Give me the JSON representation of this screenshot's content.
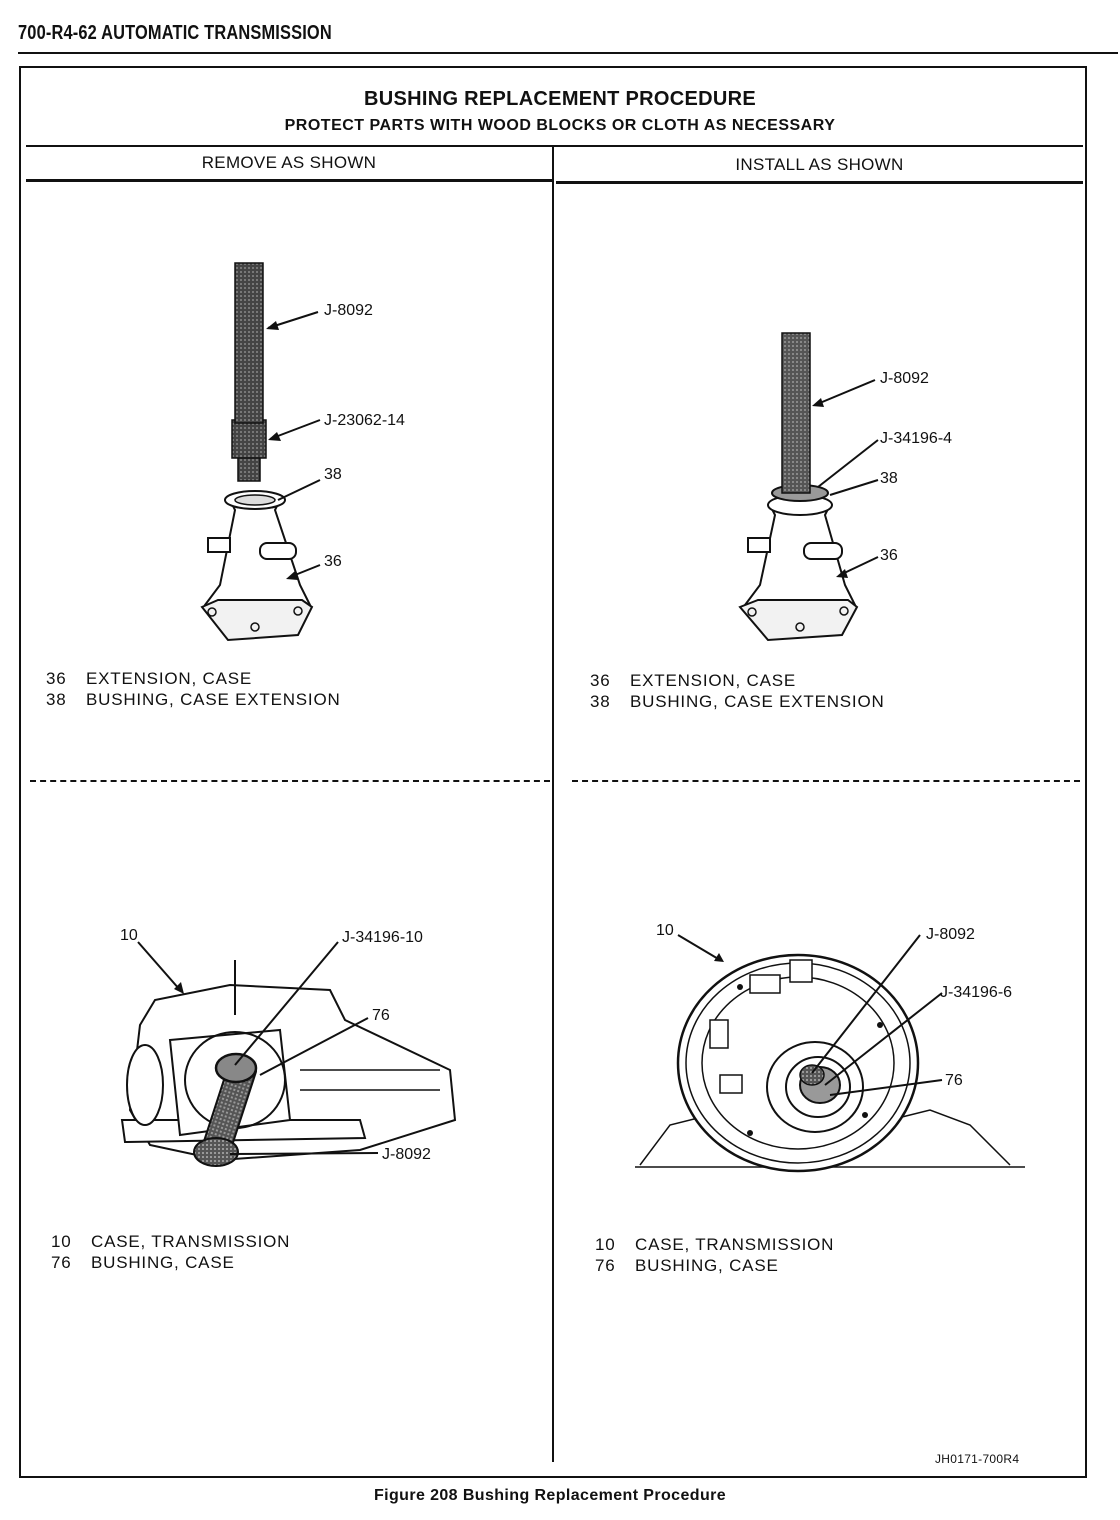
{
  "header": {
    "title": "700-R4-62  AUTOMATIC TRANSMISSION"
  },
  "procedure": {
    "title": "BUSHING REPLACEMENT PROCEDURE",
    "subtitle": "PROTECT PARTS WITH WOOD BLOCKS OR CLOTH AS NECESSARY",
    "columns": [
      "REMOVE AS SHOWN",
      "INSTALL AS SHOWN"
    ]
  },
  "panels": [
    {
      "callouts": [
        "J-8092",
        "J-23062-14",
        "38",
        "36"
      ],
      "legend": [
        {
          "num": "36",
          "text": "EXTENSION, CASE"
        },
        {
          "num": "38",
          "text": "BUSHING, CASE EXTENSION"
        }
      ]
    },
    {
      "callouts": [
        "J-8092",
        "J-34196-4",
        "38",
        "36"
      ],
      "legend": [
        {
          "num": "36",
          "text": "EXTENSION, CASE"
        },
        {
          "num": "38",
          "text": "BUSHING, CASE EXTENSION"
        }
      ]
    },
    {
      "callouts": [
        "10",
        "J-34196-10",
        "76",
        "J-8092"
      ],
      "legend": [
        {
          "num": "10",
          "text": "CASE, TRANSMISSION"
        },
        {
          "num": "76",
          "text": "BUSHING, CASE"
        }
      ]
    },
    {
      "callouts": [
        "10",
        "J-8092",
        "J-34196-6",
        "76"
      ],
      "legend": [
        {
          "num": "10",
          "text": "CASE, TRANSMISSION"
        },
        {
          "num": "76",
          "text": "BUSHING, CASE"
        }
      ]
    }
  ],
  "figure_ref": "JH0171-700R4",
  "caption": "Figure 208 Bushing Replacement Procedure"
}
